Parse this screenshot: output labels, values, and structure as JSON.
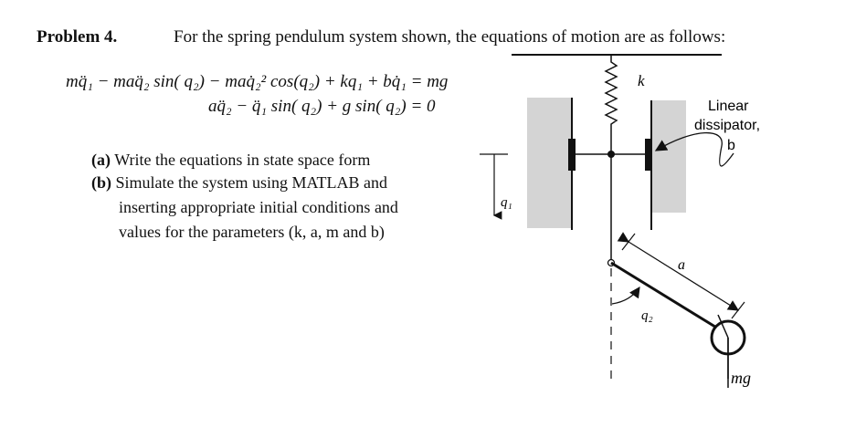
{
  "problem": {
    "label": "Problem 4.",
    "statement": "For the spring pendulum system shown, the equations of motion are as follows:"
  },
  "equations": [
    "mq̈₁ − maq̈₂ sin( q₂) − maq̇₂² cos(q₂) + kq₁ + bq̇₁ = mg",
    "aq̈₂ − q̈₁ sin( q₂) + g sin( q₂) = 0"
  ],
  "tasks": {
    "a": {
      "label": "(a)",
      "text": "Write the equations in state space form"
    },
    "b": {
      "label": "(b)",
      "lines": [
        "Simulate the system using MATLAB and",
        "inserting appropriate initial conditions and",
        "values for the parameters (k, a, m and b)"
      ]
    }
  },
  "diagram": {
    "spring_label": "k",
    "dissipator_label_lines": [
      "Linear",
      "dissipator,",
      "b"
    ],
    "q1_label": "q₁",
    "q2_label": "q₂",
    "length_label": "a",
    "weight_label": "mg"
  }
}
